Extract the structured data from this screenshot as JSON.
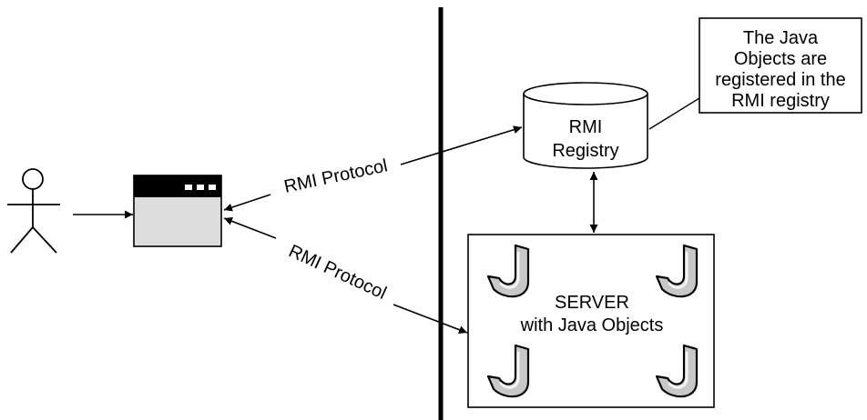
{
  "diagram": {
    "connections": [
      {
        "id": "client-to-registry",
        "label": "RMI Protocol"
      },
      {
        "id": "client-to-server",
        "label": "RMI Protocol"
      }
    ],
    "registry": {
      "line1": "RMI",
      "line2": "Registry"
    },
    "server": {
      "line1": "SERVER",
      "line2": "with Java Objects"
    },
    "note": {
      "lines": [
        "The Java",
        "Objects are",
        "registered in the",
        "RMI registry"
      ]
    },
    "icons": {
      "user": "stick-figure-icon",
      "client": "application-window-icon",
      "java_object": "java-j-icon"
    },
    "colors": {
      "stroke": "#000000",
      "window_body": "#dcdcdc",
      "window_titlebar": "#000000",
      "java_object_fill": "#c8c8c8"
    }
  }
}
